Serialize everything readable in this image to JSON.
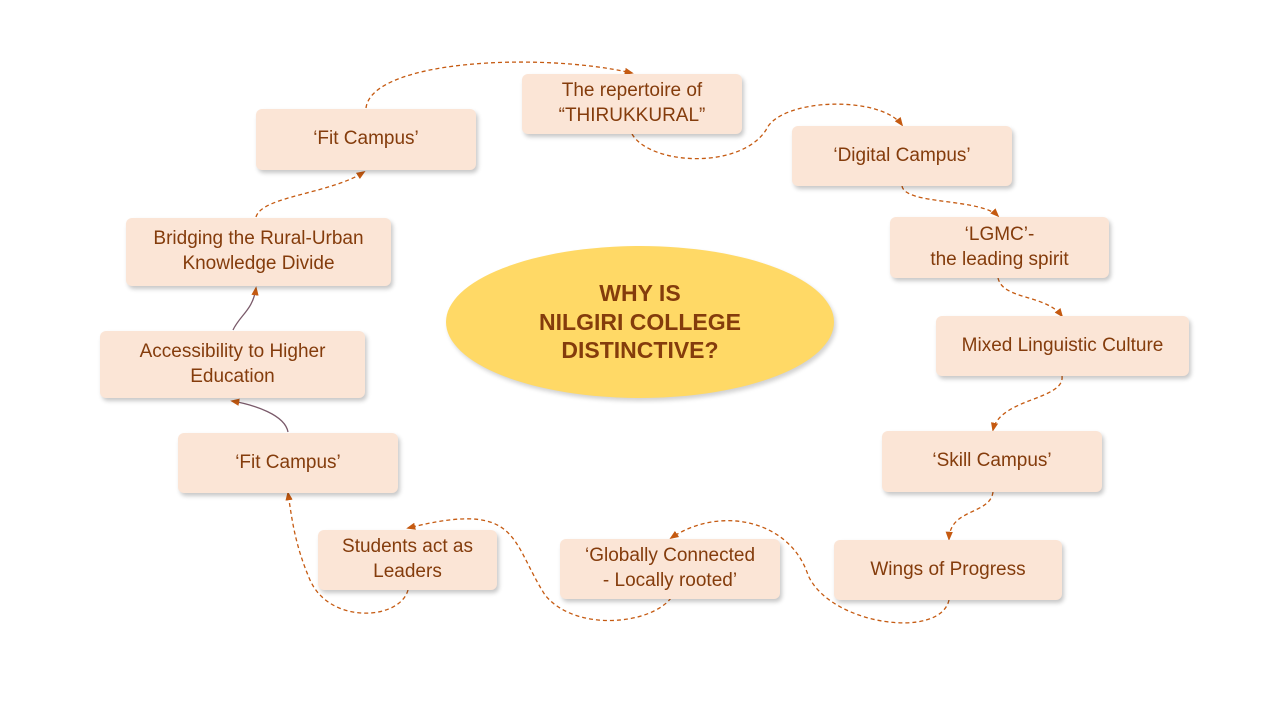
{
  "center": {
    "title": "WHY IS\nNILGIRI COLLEGE\nDISTINCTIVE?"
  },
  "nodes": [
    {
      "id": "thirukkural",
      "label": "The  repertoire of\n“THIRUKKURAL”"
    },
    {
      "id": "digital",
      "label": "‘Digital Campus’"
    },
    {
      "id": "lgmc",
      "label": "‘LGMC’-\nthe leading spirit"
    },
    {
      "id": "linguistic",
      "label": "Mixed  Linguistic Culture"
    },
    {
      "id": "skill",
      "label": "‘Skill Campus’"
    },
    {
      "id": "wings",
      "label": "Wings of Progress"
    },
    {
      "id": "global",
      "label": "‘Globally  Connected\n- Locally rooted’"
    },
    {
      "id": "leaders",
      "label": "Students act as\nLeaders"
    },
    {
      "id": "fit-bottom",
      "label": "‘Fit Campus’"
    },
    {
      "id": "access",
      "label": "Accessibility to Higher\nEducation"
    },
    {
      "id": "bridging",
      "label": "Bridging  the Rural-Urban\nKnowledge  Divide"
    },
    {
      "id": "fit-top",
      "label": "‘Fit Campus’"
    }
  ],
  "colors": {
    "box_fill": "#fbe5d6",
    "text": "#843c0c",
    "center_fill": "#ffd966",
    "connector": "#c55a11"
  }
}
